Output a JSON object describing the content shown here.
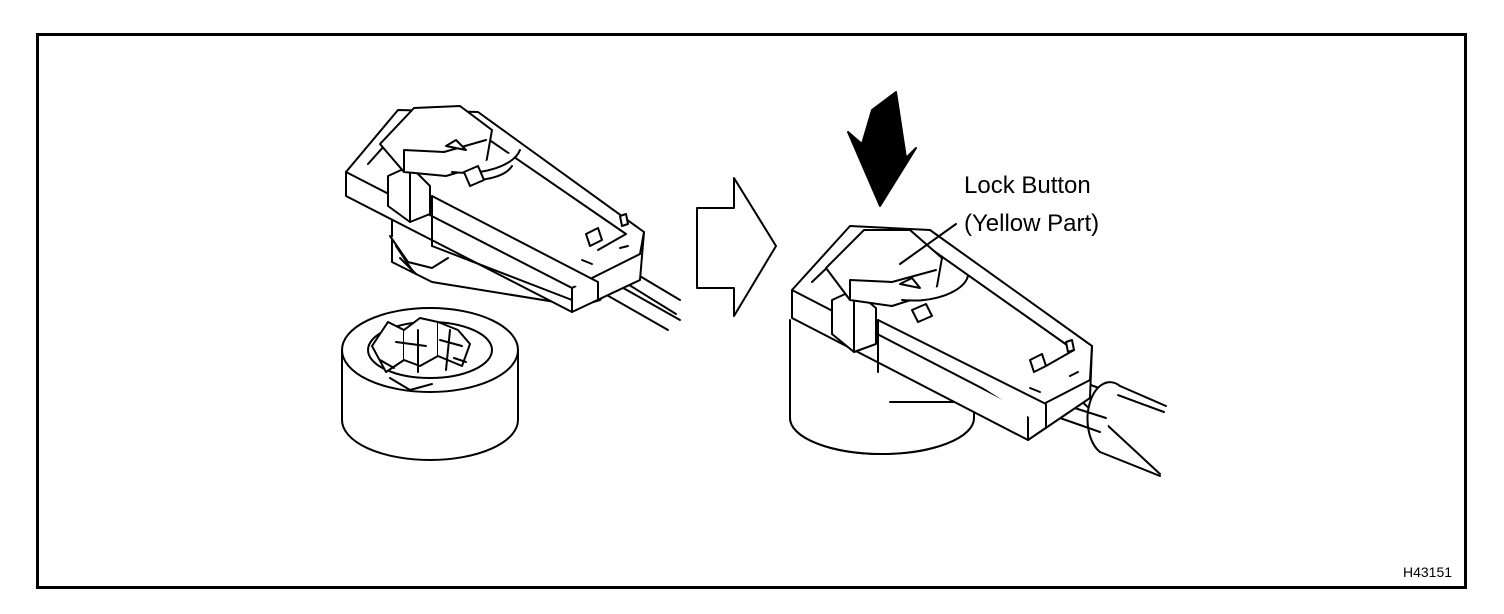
{
  "callout": {
    "line1": "Lock Button",
    "line2": "(Yellow Part)"
  },
  "figure_code": "H43151",
  "icons": [
    "press-down-arrow-icon",
    "next-step-arrow-icon"
  ]
}
